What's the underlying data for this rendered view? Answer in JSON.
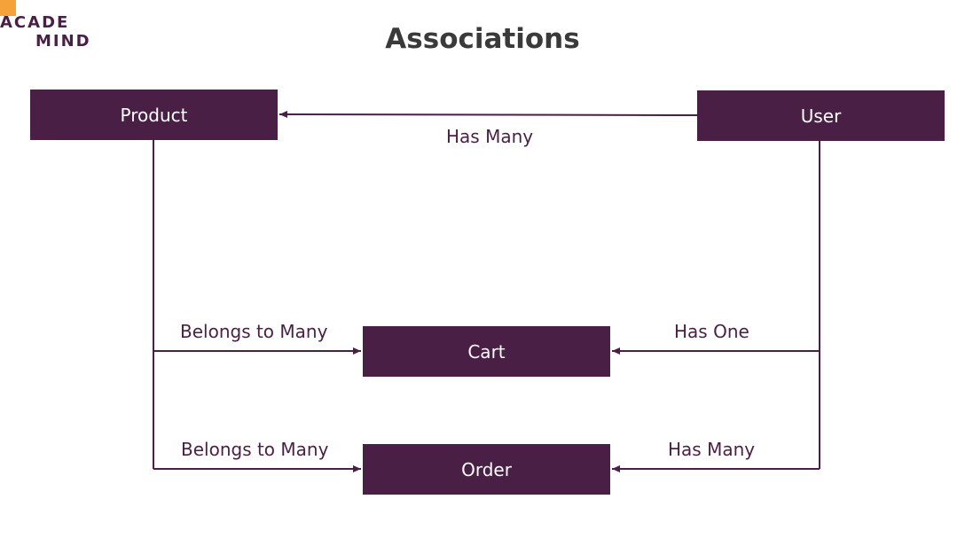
{
  "logo": {
    "line1": "ACADE",
    "line2": "MIND"
  },
  "title": "Associations",
  "colors": {
    "entity_fill": "#4a1f46",
    "accent": "#f5a23a",
    "title": "#3a3a3a"
  },
  "entities": {
    "product": "Product",
    "user": "User",
    "cart": "Cart",
    "order": "Order"
  },
  "relations": {
    "user_product": "Has Many",
    "product_cart": "Belongs to Many",
    "user_cart": "Has One",
    "product_order": "Belongs to Many",
    "user_order": "Has Many"
  }
}
